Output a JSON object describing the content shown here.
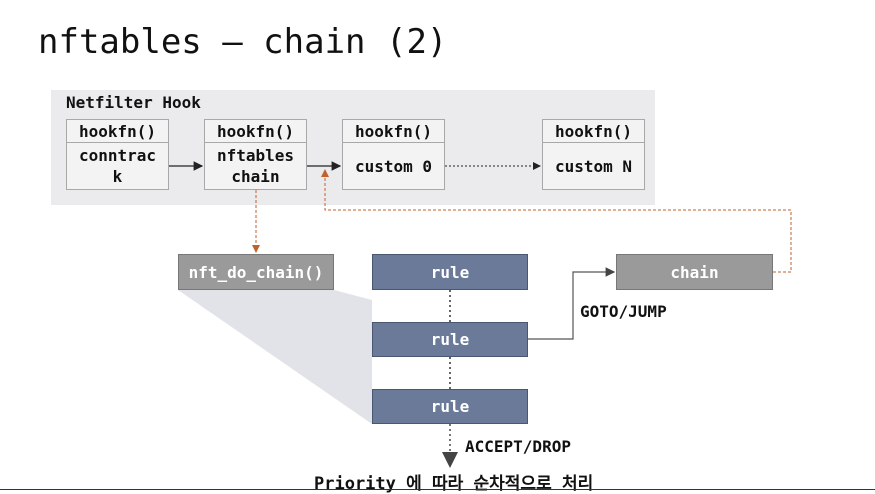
{
  "slide": {
    "title": "nftables – chain (2)",
    "hook_label": "Netfilter Hook",
    "hooks": [
      {
        "header": "hookfn()",
        "body": "conntrac\nk"
      },
      {
        "header": "hookfn()",
        "body": "nftables\nchain"
      },
      {
        "header": "hookfn()",
        "body": "custom 0"
      },
      {
        "header": "hookfn()",
        "body": "custom N"
      }
    ],
    "do_chain_label": "nft_do_chain()",
    "rules": [
      "rule",
      "rule",
      "rule"
    ],
    "chain_label": "chain",
    "goto_label": "GOTO/JUMP",
    "accept_label": "ACCEPT/DROP",
    "footer": "Priority 에 따라 순차적으로 처리"
  }
}
